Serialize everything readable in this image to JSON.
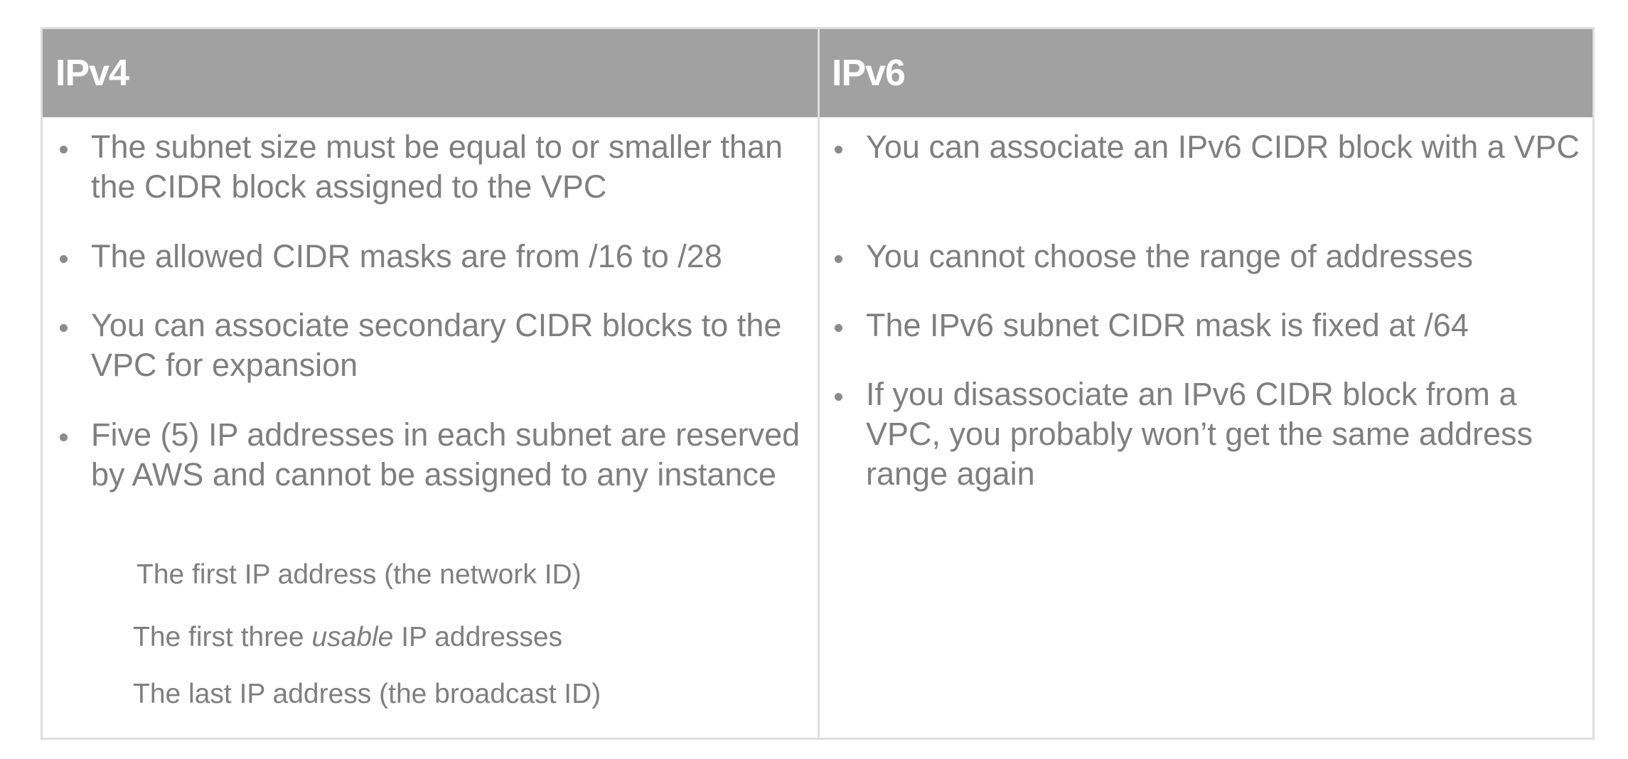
{
  "table": {
    "headers": [
      "IPv4",
      "IPv6"
    ],
    "ipv4": {
      "bullets": [
        "The subnet size must be equal to or smaller than the CIDR block assigned to the VPC",
        "The allowed CIDR masks are from /16 to /28",
        "You can associate secondary CIDR blocks to the VPC for expansion",
        "Five (5) IP addresses in each subnet are reserved by AWS and cannot be assigned to any instance"
      ],
      "sub_items": {
        "first": "The first IP address (the network ID)",
        "usable_prefix": "The first three ",
        "usable_em": "usable",
        "usable_suffix": " IP addresses",
        "last": "The last IP address (the broadcast ID)"
      }
    },
    "ipv6": {
      "bullets": [
        "You can associate an IPv6 CIDR block with a VPC",
        "You cannot choose the range of addresses",
        "The IPv6 subnet CIDR mask is fixed at /64",
        "If you disassociate an IPv6 CIDR block from a VPC, you probably won’t get the same address range again"
      ]
    }
  }
}
